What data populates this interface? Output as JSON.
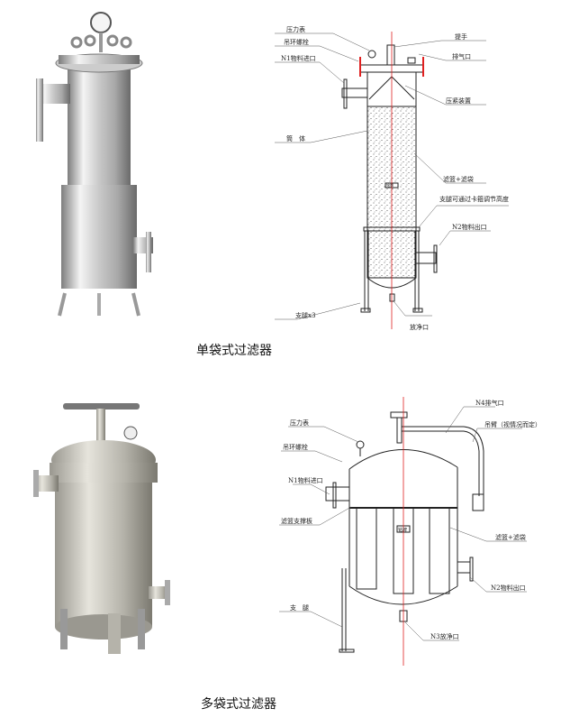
{
  "single_bag": {
    "caption": "单袋式过滤器",
    "labels": {
      "pressure_gauge": "压力表",
      "eye_bolt": "吊环螺栓",
      "inlet": "N1物料进口",
      "shell": "筒　体",
      "legs": "支腿x3",
      "handle": "提手",
      "vent": "排气口",
      "clamp_device": "压紧装置",
      "basket_bag": "滤篮+滤袋",
      "leg_adjust": "支腿可通过卡箍调节高度",
      "outlet": "N2物料出口",
      "drain": "放净口",
      "nameplate": "铭牌"
    }
  },
  "multi_bag": {
    "caption": "多袋式过滤器",
    "labels": {
      "pressure_gauge": "压力表",
      "eye_bolt": "吊环螺栓",
      "inlet": "N1物料进口",
      "support_plate": "滤篮支撑板",
      "legs": "支　腿",
      "vent": "N4排气口",
      "arm": "吊臂（视情况而定）",
      "basket_bag": "滤篮+滤袋",
      "outlet": "N2物料出口",
      "drain": "N3放净口",
      "nameplate": "铭牌"
    }
  },
  "colors": {
    "steel_light": "#e8e8e8",
    "steel_dark": "#8a8a8a",
    "centerline": "#e02020"
  }
}
